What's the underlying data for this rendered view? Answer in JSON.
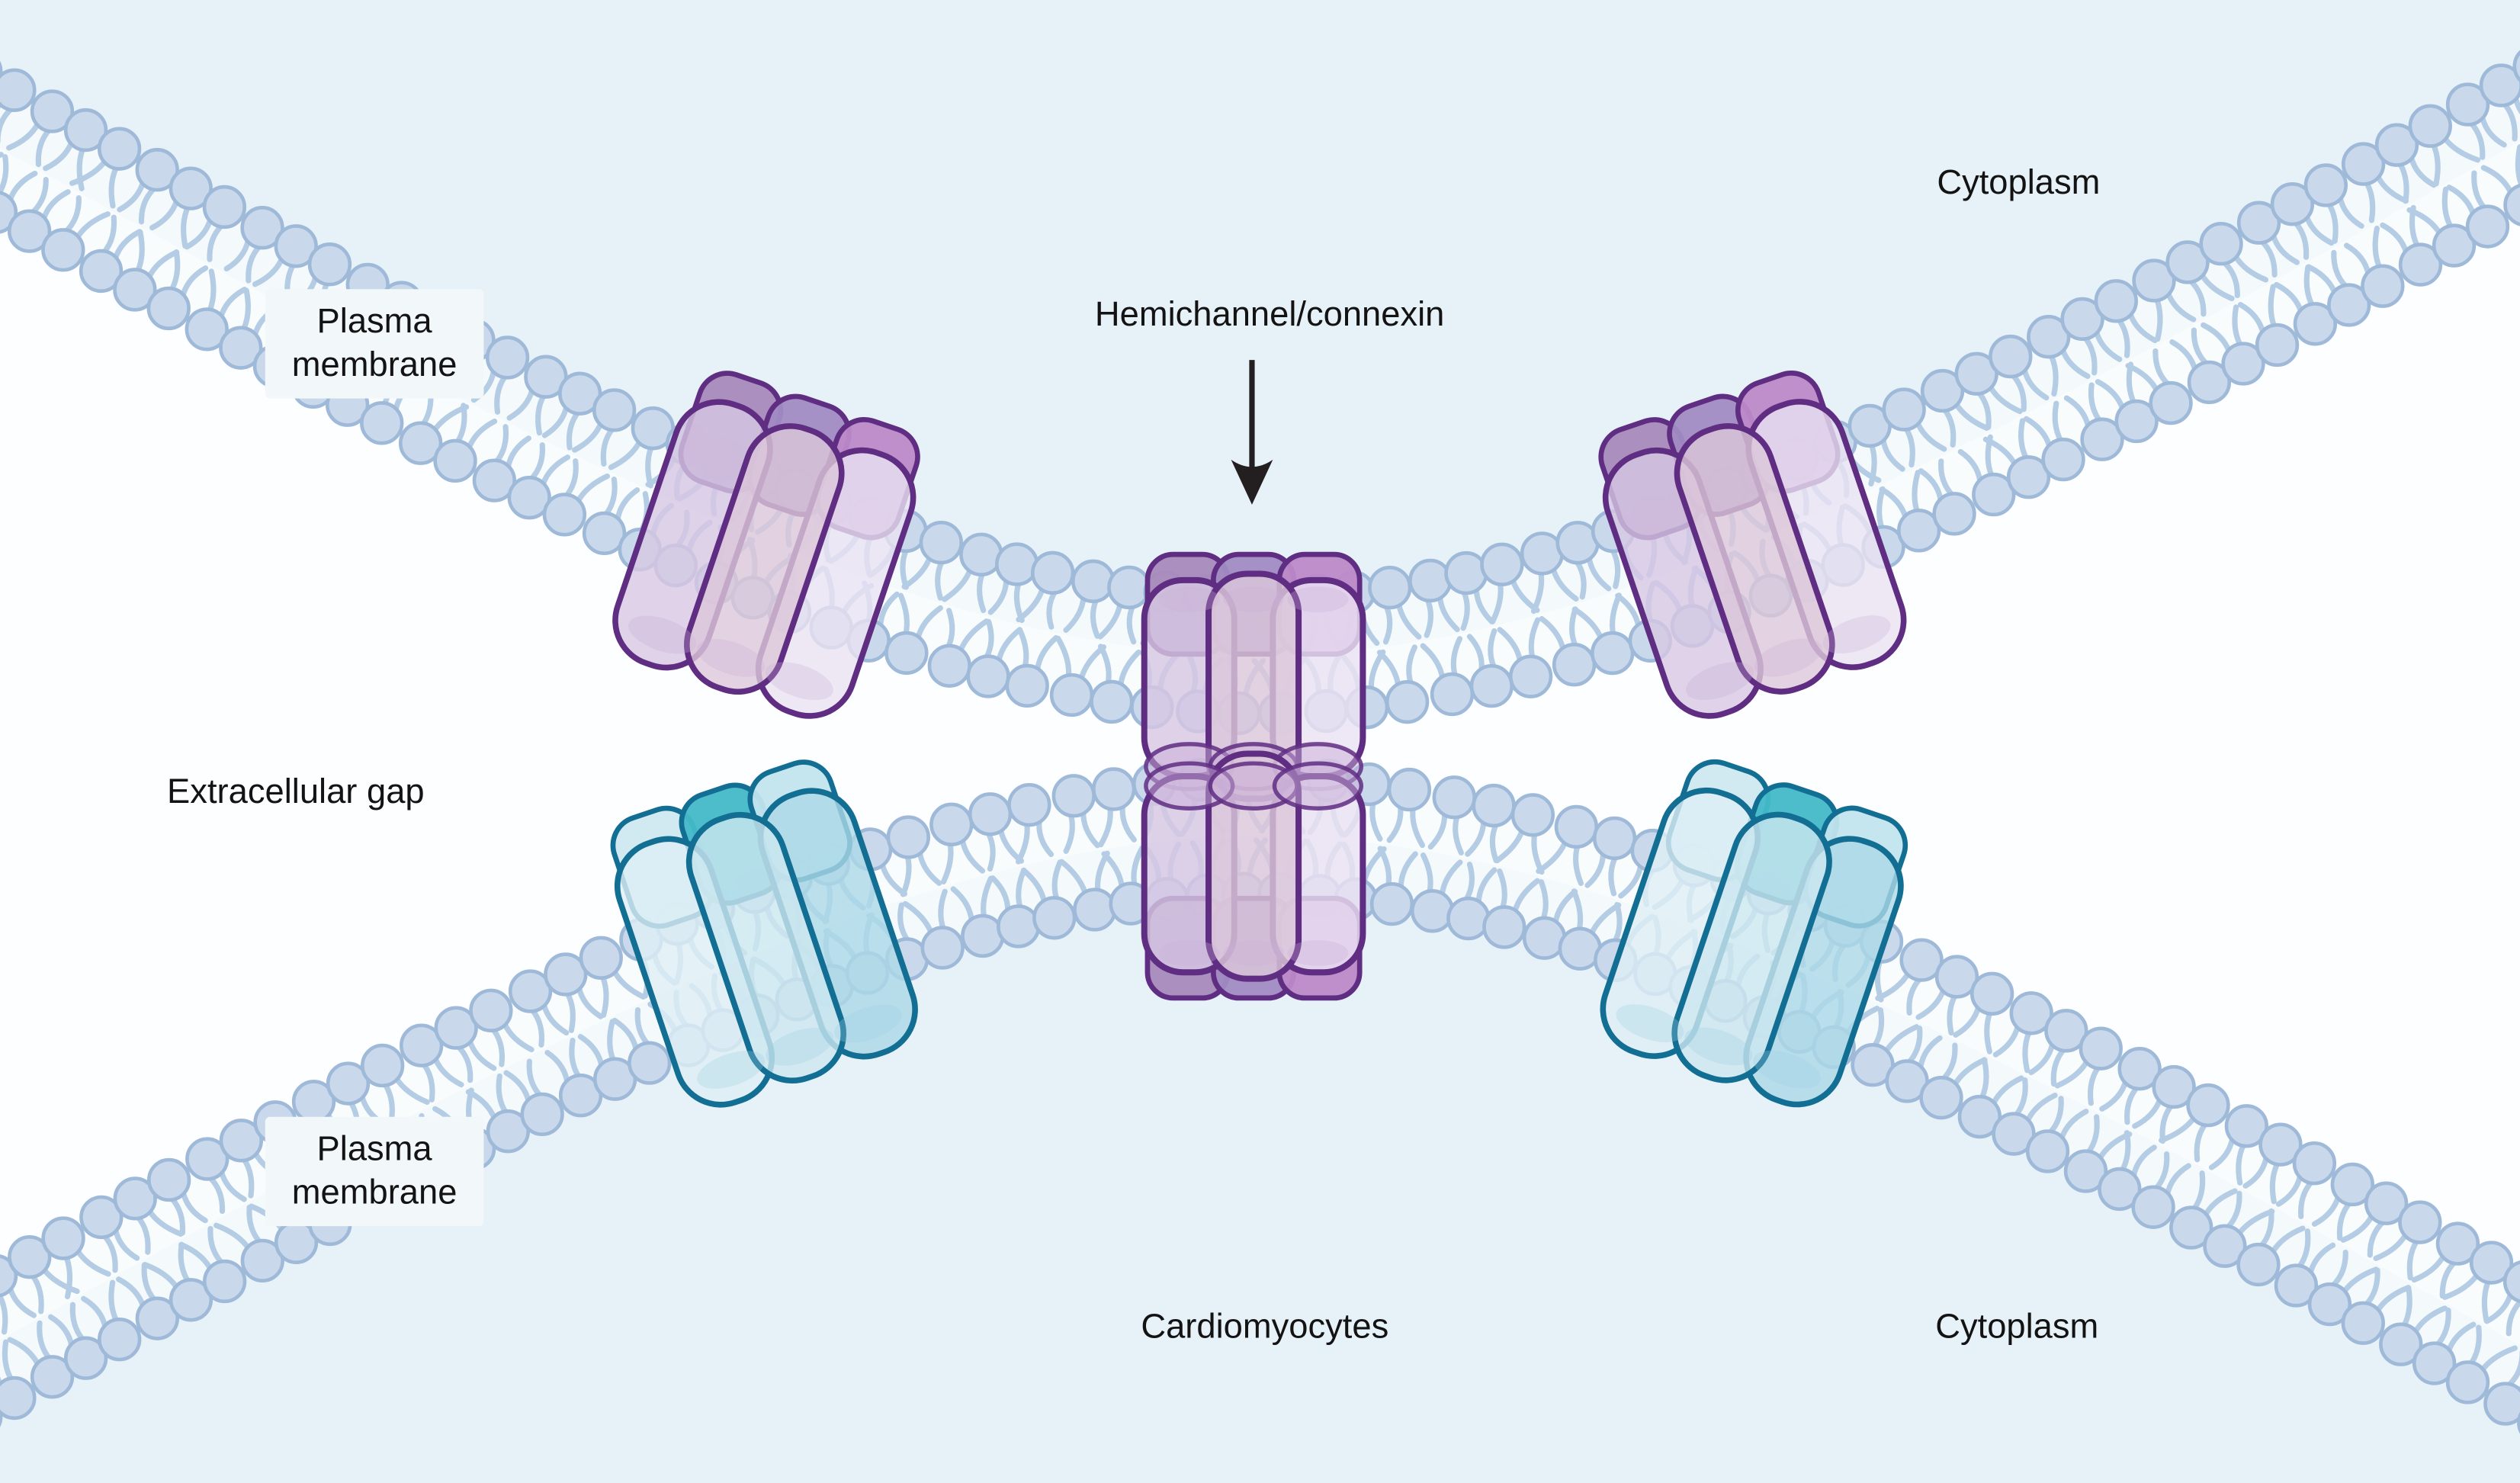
{
  "labels": {
    "cytoplasm_top": "Cytoplasm",
    "plasma_membrane_top": "Plasma membrane",
    "hemichannel": "Hemichannel/connexin",
    "extracellular_gap": "Extracellular gap",
    "plasma_membrane_bottom": "Plasma membrane",
    "cardiomyocytes": "Cardiomyocytes",
    "cytoplasm_bottom": "Cytoplasm"
  },
  "colors": {
    "background_white": "#fdfeff",
    "cell_interior": "#e7f1f8",
    "membrane_band": "#f7fbfd",
    "membrane_head_fill": "#c9d9eb",
    "membrane_head_stroke": "#9fb9d8",
    "membrane_tail": "#b5cde4",
    "purple_stroke": "#5f2d82",
    "purple_front": [
      "#d7c7e3",
      "#dcc7da",
      "#eae2f3"
    ],
    "purple_caps": [
      "#a88abc",
      "#a18bc3",
      "#bd89c9"
    ],
    "purple_rim": "#c9aed8",
    "teal_stroke": "#136e94",
    "teal_front": [
      "#deeff5",
      "#cde7f0",
      "#abd8e7"
    ],
    "teal_caps": [
      "#cfe9f1",
      "#43b9c9",
      "#c2e4ee"
    ],
    "teal_rim": "#9fd0e2",
    "arrow": "#231f20",
    "label_text": "#131313",
    "label_box_bg": "#f2f7fa"
  }
}
